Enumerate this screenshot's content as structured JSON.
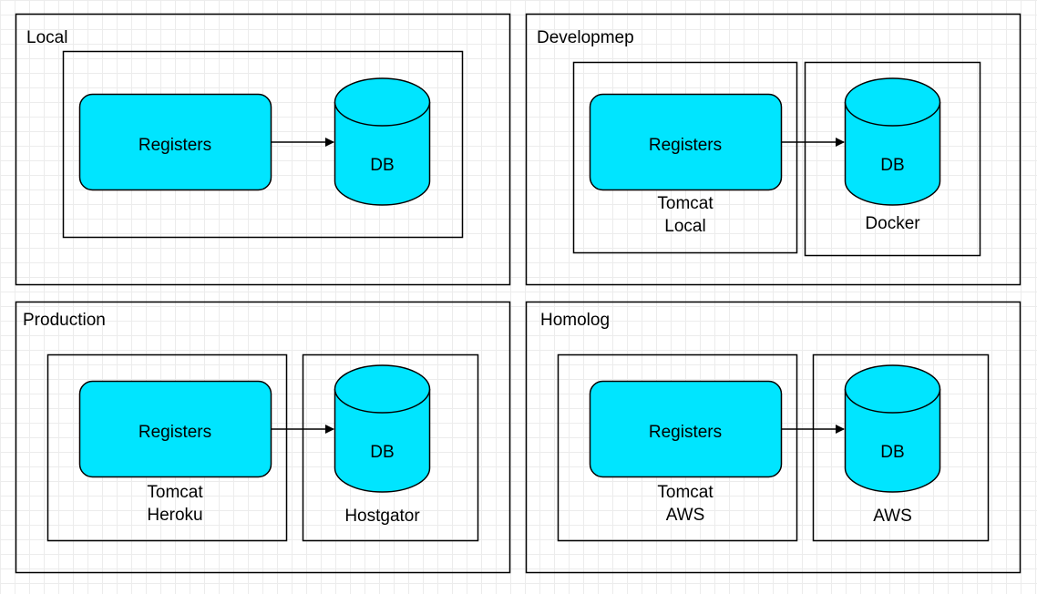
{
  "colors": {
    "component_fill": "#00e5ff",
    "stroke": "#000000",
    "grid": "#ececec",
    "background": "#ffffff"
  },
  "panels": {
    "local": {
      "title": "Local",
      "app": "Registers",
      "db": "DB"
    },
    "development": {
      "title": "Developmep",
      "app": "Registers",
      "db": "DB",
      "app_host_line1": "Tomcat",
      "app_host_line2": "Local",
      "db_host": "Docker"
    },
    "production": {
      "title": "Production",
      "app": "Registers",
      "db": "DB",
      "app_host_line1": "Tomcat",
      "app_host_line2": "Heroku",
      "db_host": "Hostgator"
    },
    "homolog": {
      "title": "Homolog",
      "app": "Registers",
      "db": "DB",
      "app_host_line1": "Tomcat",
      "app_host_line2": "AWS",
      "db_host": "AWS"
    }
  }
}
